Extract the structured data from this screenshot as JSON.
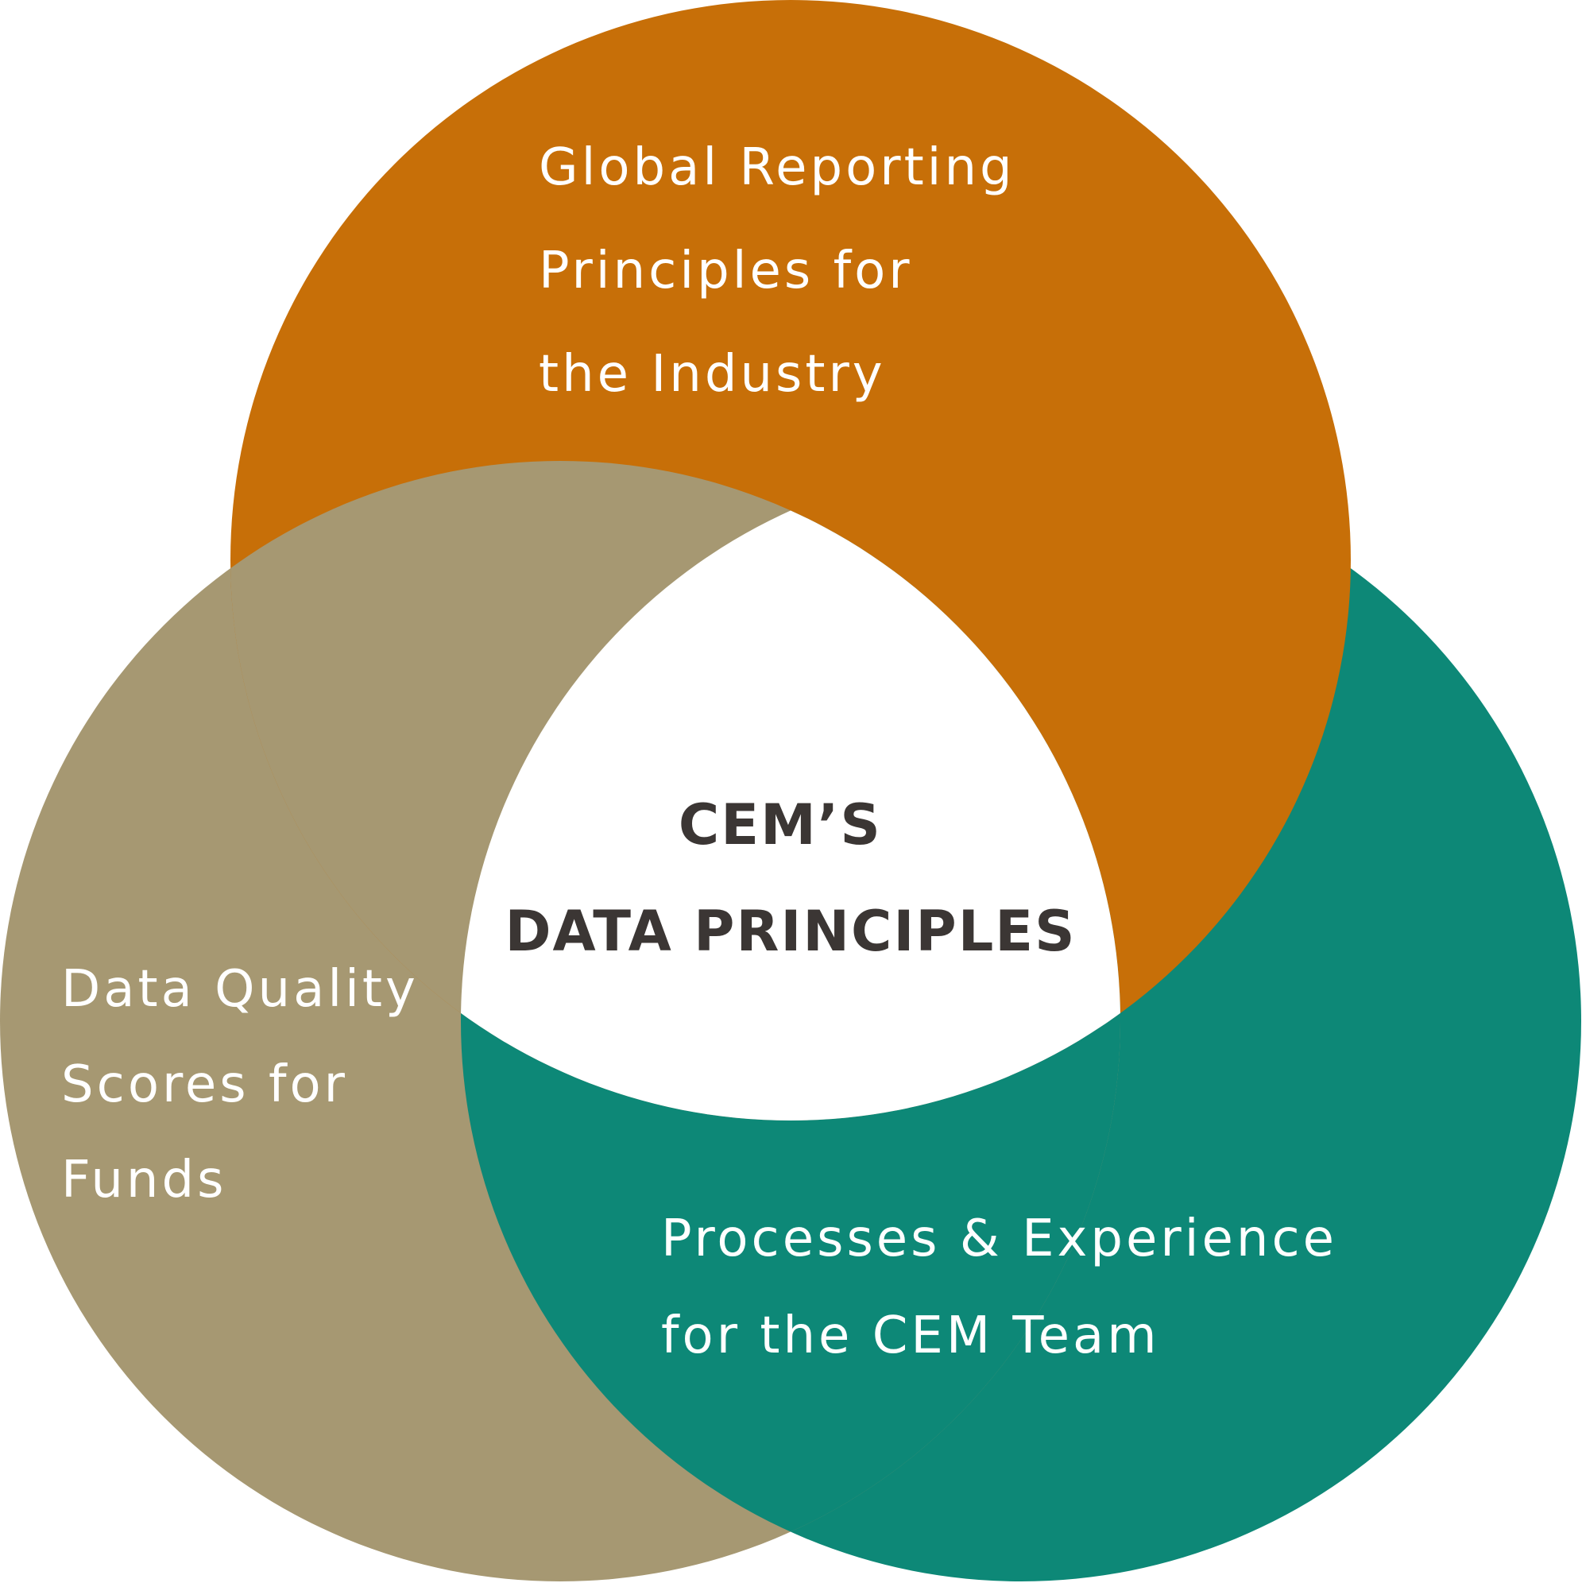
{
  "colors": {
    "top_circle": "#c76f08",
    "left_circle": "#a69872",
    "bottom_right_circle": "#0d8877",
    "center": "#ffffff",
    "label_text": "#ffffff",
    "center_text": "#3b3634"
  },
  "diagram": {
    "top_label": [
      "Global Reporting",
      "Principles for",
      "the Industry"
    ],
    "left_label": [
      "Data Quality",
      "Scores for",
      "Funds"
    ],
    "bottom_right_label": [
      "Processes & Experience",
      "for the CEM Team"
    ],
    "center_label": [
      "CEM’S",
      "DATA PRINCIPLES"
    ]
  }
}
